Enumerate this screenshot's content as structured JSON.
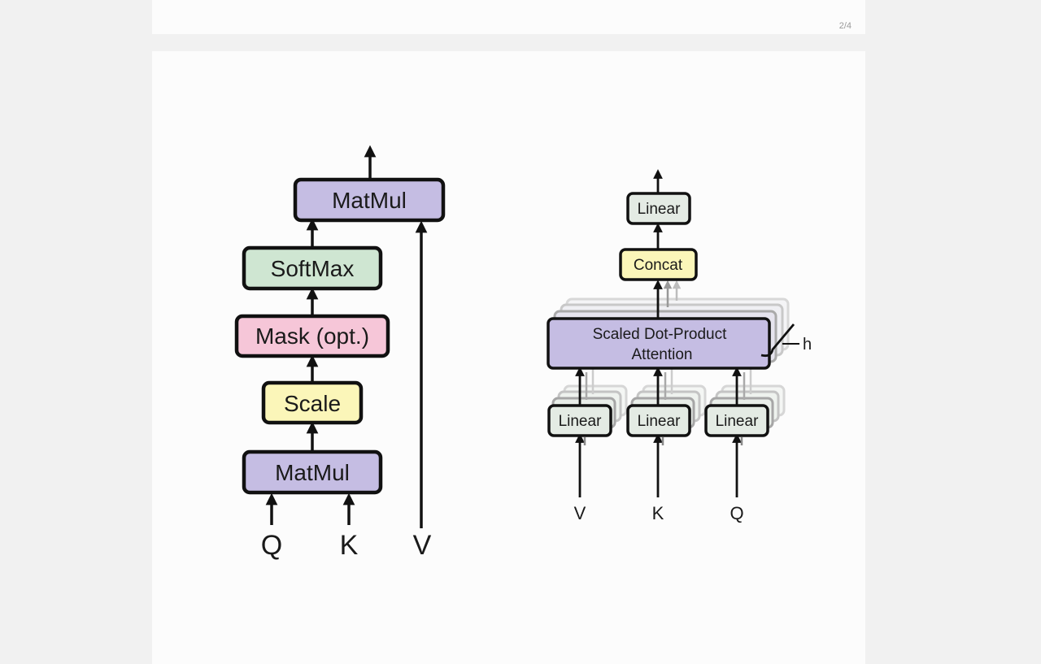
{
  "viewer": {
    "page_indicator": "2/4"
  },
  "left_diagram": {
    "top_matmul": "MatMul",
    "softmax": "SoftMax",
    "mask": "Mask (opt.)",
    "scale": "Scale",
    "bottom_matmul": "MatMul",
    "input_q": "Q",
    "input_k": "K",
    "input_v": "V"
  },
  "right_diagram": {
    "top_linear": "Linear",
    "concat": "Concat",
    "attention_line1": "Scaled Dot-Product",
    "attention_line2": "Attention",
    "heads_label": "h",
    "linear_v": "Linear",
    "linear_k": "Linear",
    "linear_q": "Linear",
    "input_v": "V",
    "input_k": "K",
    "input_q": "Q"
  },
  "colors": {
    "matmul": "#c5bde3",
    "softmax": "#cfe6d2",
    "mask": "#f6c6d8",
    "scale": "#fbf6b9",
    "linear": "#e4ebe4",
    "concat": "#fbf6b9",
    "attention": "#c5bde3",
    "stroke": "#111111"
  }
}
